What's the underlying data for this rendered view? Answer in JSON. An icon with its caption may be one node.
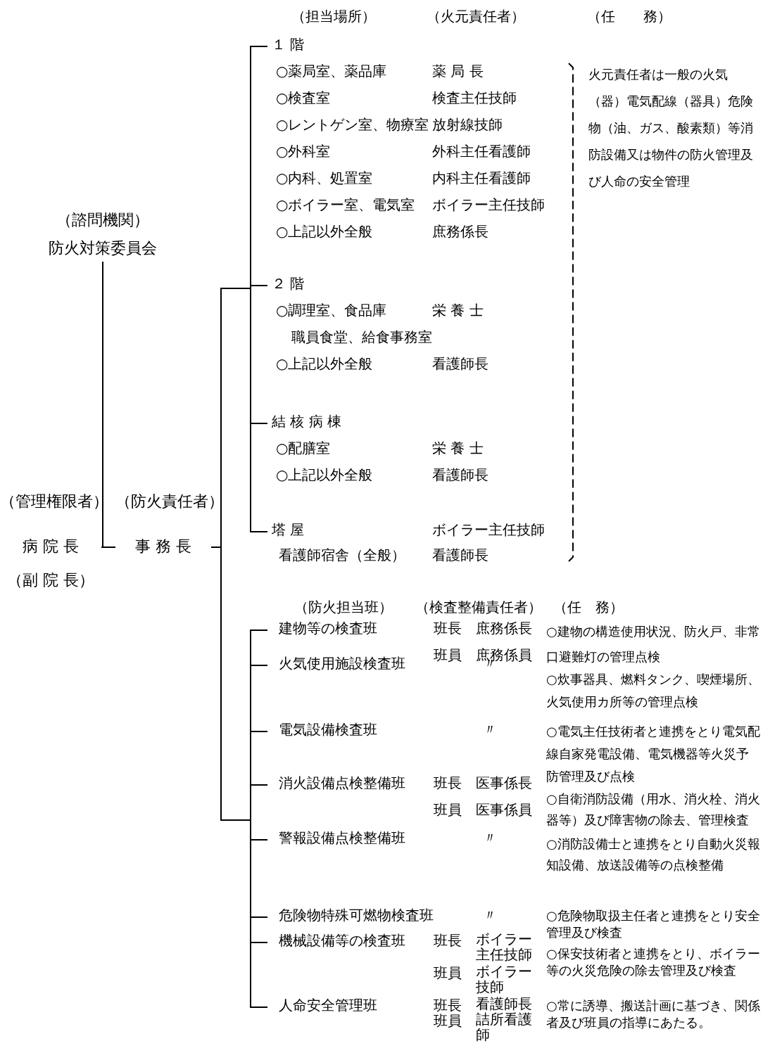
{
  "diagram": {
    "nodes": [
      {
        "text": [
          "（諮問機関）",
          "防火対策委員会"
        ]
      },
      {
        "text": [
          "（管理権限者）",
          "病 院 長",
          "（副 院 長）"
        ]
      },
      {
        "text": [
          "（防火責任者）",
          "事 務 長"
        ]
      },
      {
        "text": [
          "１ 階"
        ]
      },
      {
        "text": [
          "２ 階"
        ]
      },
      {
        "text": [
          "結 核 病 棟"
        ]
      },
      {
        "text": [
          "塔 屋"
        ]
      },
      {
        "text": [
          "建物等の検査班"
        ]
      },
      {
        "text": [
          "火気使用施設検査班"
        ]
      },
      {
        "text": [
          "電気設備検査班"
        ]
      },
      {
        "text": [
          "消火設備点検整備班"
        ]
      },
      {
        "text": [
          "警報設備点検整備班"
        ]
      },
      {
        "text": [
          "危険物特殊可燃物検査班"
        ]
      },
      {
        "text": [
          "機械設備等の検査班"
        ]
      },
      {
        "text": [
          "人命安全管理班"
        ]
      }
    ],
    "edges": [
      {
        "from": 0,
        "to": 1,
        "arrow": "none"
      },
      {
        "from": 1,
        "to": 2,
        "arrow": "none"
      },
      {
        "from": 2,
        "to": 3,
        "arrow": "none"
      },
      {
        "from": 2,
        "to": 4,
        "arrow": "none"
      },
      {
        "from": 2,
        "to": 5,
        "arrow": "none"
      },
      {
        "from": 2,
        "to": 6,
        "arrow": "none"
      },
      {
        "from": 2,
        "to": 7,
        "arrow": "none"
      },
      {
        "from": 2,
        "to": 8,
        "arrow": "none"
      },
      {
        "from": 2,
        "to": 9,
        "arrow": "none"
      },
      {
        "from": 2,
        "to": 10,
        "arrow": "none"
      },
      {
        "from": 2,
        "to": 11,
        "arrow": "none"
      },
      {
        "from": 2,
        "to": 12,
        "arrow": "none"
      },
      {
        "from": 2,
        "to": 13,
        "arrow": "none"
      },
      {
        "from": 2,
        "to": 14,
        "arrow": "none"
      }
    ],
    "labels": [
      "（担当場所）",
      "（火元責任者）",
      "（任　　務）",
      "○薬局室、薬品庫",
      "薬 局 長",
      "○検査室",
      "検査主任技師",
      "○レントゲン室、物療室",
      "放射線技師",
      "○外科室",
      "外科主任看護師",
      "○内科、処置室",
      "内科主任看護師",
      "○ボイラー室、電気室",
      "ボイラー主任技師",
      "○上記以外全般",
      "庶務係長",
      "火元責任者は一般の火気（器）電気配線（器具）危険物（油、ガス、酸素類）等消防設備又は物件の防火管理及び人命の安全管理",
      "○調理室、食品庫",
      "栄 養 士",
      "職員食堂、給食事務室",
      "○上記以外全般",
      "看護師長",
      "○配膳室",
      "栄 養 士",
      "○上記以外全般",
      "看護師長",
      "ボイラー主任技師",
      "看護師宿舎（全般）",
      "看護師長",
      "（防火担当班）",
      "（検査整備責任者）",
      "（任　務）",
      "班長",
      "庶務係長",
      "班員",
      "庶務係員",
      "○建物の構造使用状況、防火戸、非常口避難灯の管理点検",
      "〃",
      "○炊事器具、燃料タンク、喫煙場所、火気使用カ所等の管理点検",
      "〃",
      "○電気主任技術者と連携をとり電気配線自家発電設備、電気機器等火災予防管理及び点検",
      "班長",
      "医事係長",
      "班員",
      "医事係員",
      "○自衛消防設備（用水、消火栓、消火器等）及び障害物の除去、管理検査",
      "〃",
      "○消防設備士と連携をとり自動火災報知設備、放送設備等の点検整備",
      "〃",
      "○危険物取扱主任者と連携をとり安全管理及び検査",
      "班長",
      "ボイラー主任技師",
      "班員",
      "ボイラー技師",
      "○保安技術者と連携をとり、ボイラー等の火災危険の除去管理及び検査",
      "班長",
      "看護師長",
      "班員",
      "詰所看護師",
      "○常に誘導、搬送計画に基づき、関係者及び班員の指導にあたる。"
    ]
  }
}
